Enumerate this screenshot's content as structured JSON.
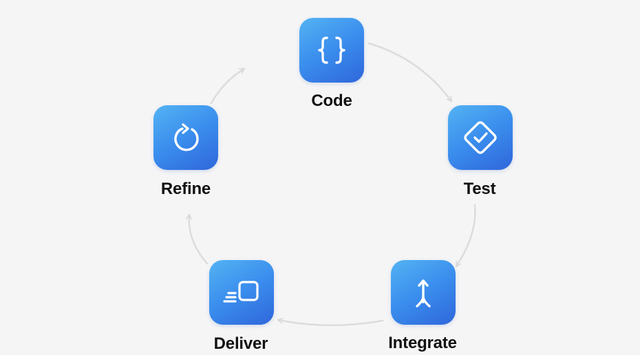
{
  "nodes": [
    {
      "id": "code",
      "label": "Code",
      "icon": "curly-braces-icon"
    },
    {
      "id": "test",
      "label": "Test",
      "icon": "diamond-check-icon"
    },
    {
      "id": "integrate",
      "label": "Integrate",
      "icon": "merge-arrow-icon"
    },
    {
      "id": "deliver",
      "label": "Deliver",
      "icon": "fast-forward-box-icon"
    },
    {
      "id": "refine",
      "label": "Refine",
      "icon": "refresh-arrow-icon"
    }
  ],
  "edges": [
    {
      "from": "code",
      "to": "test"
    },
    {
      "from": "test",
      "to": "integrate"
    },
    {
      "from": "integrate",
      "to": "deliver"
    },
    {
      "from": "deliver",
      "to": "refine"
    },
    {
      "from": "refine",
      "to": "code"
    }
  ],
  "colors": {
    "background": "#f5f5f6",
    "tile_gradient_start": "#54b3f3",
    "tile_gradient_end": "#2f66db",
    "icon_stroke": "#ffffff",
    "label_text": "#111111",
    "connector": "#dcdcdf"
  }
}
